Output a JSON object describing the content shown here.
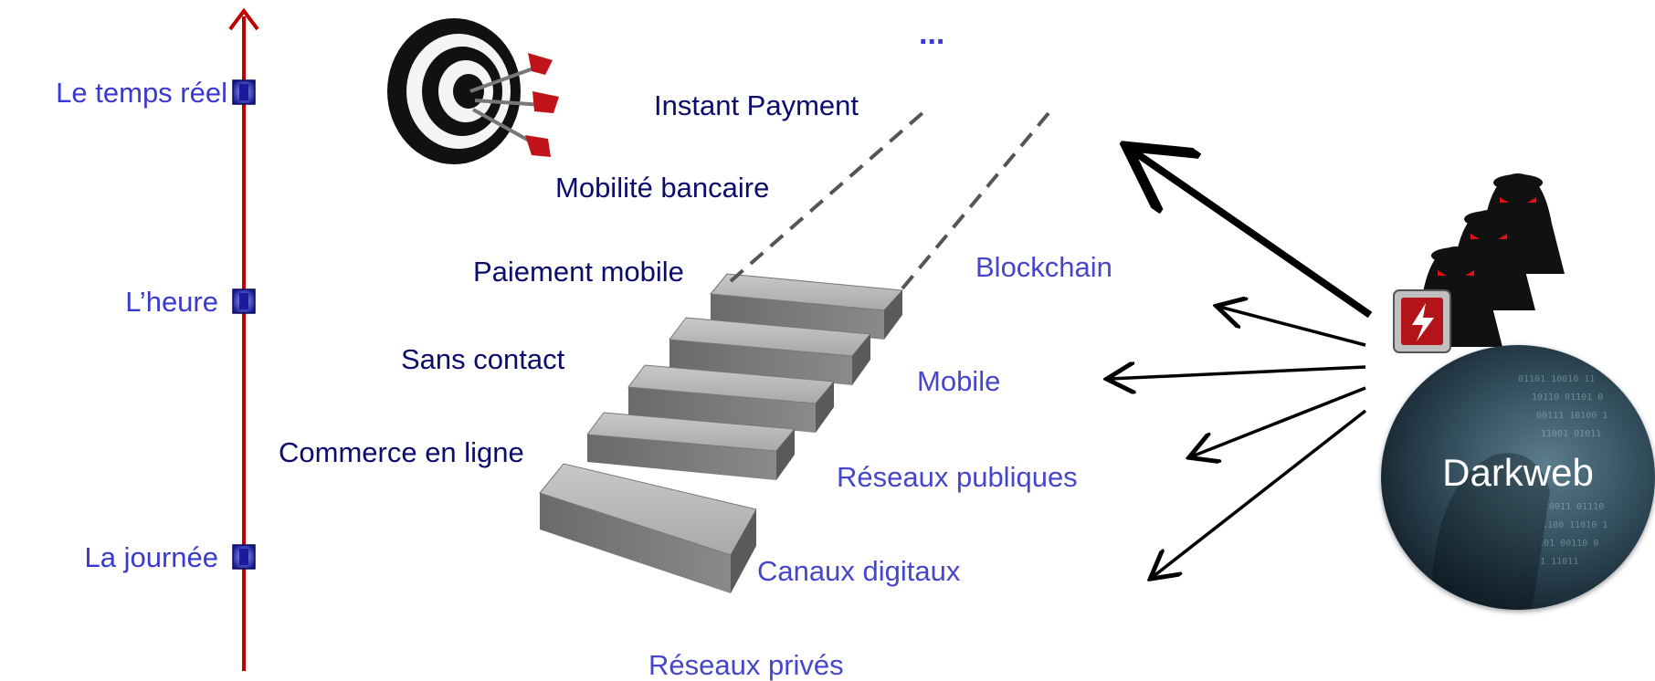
{
  "timeline": {
    "labels": [
      {
        "text": "Le temps réel"
      },
      {
        "text": "L’heure"
      },
      {
        "text": "La journée"
      }
    ]
  },
  "steps": {
    "labels": [
      {
        "text": "Instant Payment"
      },
      {
        "text": "Mobilité bancaire"
      },
      {
        "text": "Paiement mobile"
      },
      {
        "text": "Sans contact"
      },
      {
        "text": "Commerce en ligne"
      }
    ],
    "ellipsis": "..."
  },
  "channels": {
    "labels": [
      {
        "text": "Blockchain"
      },
      {
        "text": "Mobile"
      },
      {
        "text": "Réseaux publiques"
      },
      {
        "text": "Canaux digitaux"
      },
      {
        "text": "Réseaux privés"
      }
    ]
  },
  "darkweb": {
    "label": "Darkweb"
  },
  "icons": {
    "target": "target-with-darts-icon",
    "hackers": "hooded-hacker-icon",
    "alert": "lightning-alert-icon"
  },
  "colors": {
    "timeline_axis": "#c00000",
    "marker": "#1f1fa0",
    "timeline_text": "#3a3ad0",
    "step_text": "#0c0c6e",
    "channel_text": "#4646cc",
    "stairs": "#b3b3b3",
    "arrows": "#000000"
  }
}
